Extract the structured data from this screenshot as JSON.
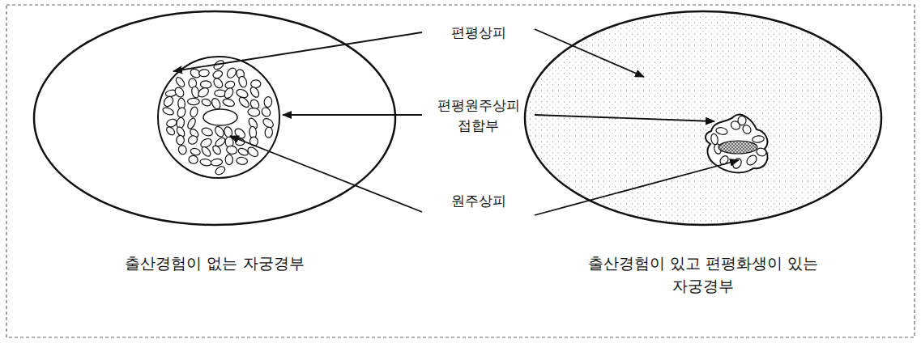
{
  "diagram": {
    "nodes": [
      {
        "text": [
          "출산경험이 없는 자궁경부"
        ]
      },
      {
        "text": [
          "출산경험이 있고 편평화생이 있는 자궁경부"
        ]
      }
    ],
    "labels": [
      "편평상피",
      "편평원주상피 접합부",
      "원주상피"
    ]
  }
}
